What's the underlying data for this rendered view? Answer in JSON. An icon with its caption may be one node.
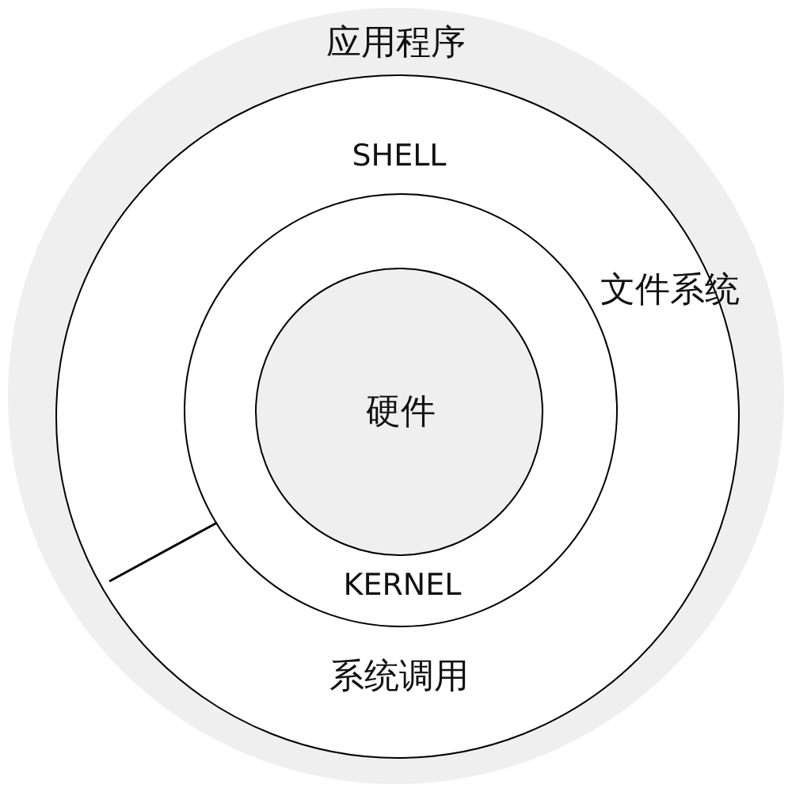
{
  "diagram": {
    "nodes": [
      {
        "text": [
          "应用程序"
        ]
      },
      {
        "text": [
          "SHELL",
          "文件系统",
          "系统调用"
        ],
        "in": 0
      },
      {
        "text": [
          "KERNEL"
        ],
        "in": 1
      },
      {
        "text": [
          "硬件"
        ],
        "in": 2
      }
    ]
  }
}
